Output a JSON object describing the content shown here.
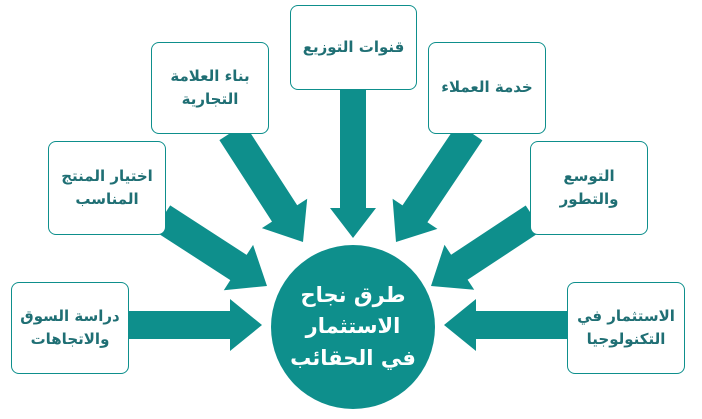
{
  "colors": {
    "accent": "#0e8f8c",
    "text": "#1f6f74",
    "background": "#ffffff"
  },
  "center": {
    "text": "طرق نجاح\nالاستثمار\nفي الحقائب"
  },
  "boxes": [
    {
      "text": "قنوات التوزيع"
    },
    {
      "text": "بناء العلامة\nالتجارية"
    },
    {
      "text": "خدمة العملاء"
    },
    {
      "text": "اختيار المنتج\nالمناسب"
    },
    {
      "text": "التوسع\nوالتطور"
    },
    {
      "text": "دراسة السوق\nوالاتجاهات"
    },
    {
      "text": "الاستثمار في\nالتكنولوجيا"
    }
  ]
}
